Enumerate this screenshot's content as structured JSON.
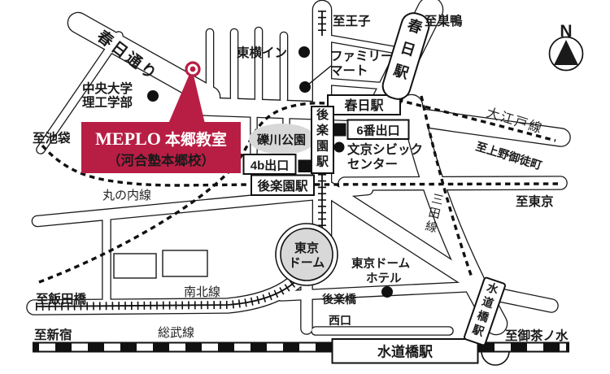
{
  "map": {
    "colors": {
      "accent": "#b81e44",
      "park_gray": "#d8d8d8",
      "line_black": "#1a1a1a"
    },
    "highlight": {
      "brand": "MEPLO",
      "name": "本郷教室",
      "subtitle": "（河合塾本郷校）"
    },
    "compass": {
      "north": "N"
    },
    "lines": {
      "marunouchi": "丸の内線",
      "oedo": "大江戸線",
      "mita": "三田線",
      "namboku": "南北線",
      "sobu": "総武線"
    },
    "stations": {
      "kasuga": "春日駅",
      "korakuen": "後楽園駅",
      "suidobashi": "水道橋駅"
    },
    "exits": {
      "exit_4b": "4b出口",
      "exit_6": "6番出口",
      "west": "西口"
    },
    "destinations": {
      "ikebukuro": "至池袋",
      "oji": "至王子",
      "sugamo": "至巣鴨",
      "ueno_okachimachi": "至上野御徒町",
      "tokyo": "至東京",
      "iidabashi": "至飯田橋",
      "shinjuku": "至新宿",
      "ochanomizu": "至御茶ノ水"
    },
    "places": {
      "kasuga_dori": "春日通り",
      "chuo_univ_l1": "中央大学",
      "chuo_univ_l2": "理工学部",
      "toyoko_inn": "東横イン",
      "family_mart_l1": "ファミリー",
      "family_mart_l2": "マート",
      "rekisen_park": "礫川公園",
      "bunkyo_civic_l1": "文京シビック",
      "bunkyo_civic_l2": "センター",
      "tokyo_dome_l1": "東京",
      "tokyo_dome_l2": "ドーム",
      "dome_hotel_l1": "東京ドーム",
      "dome_hotel_l2": "ホテル",
      "korakubashi": "後楽橋"
    }
  }
}
